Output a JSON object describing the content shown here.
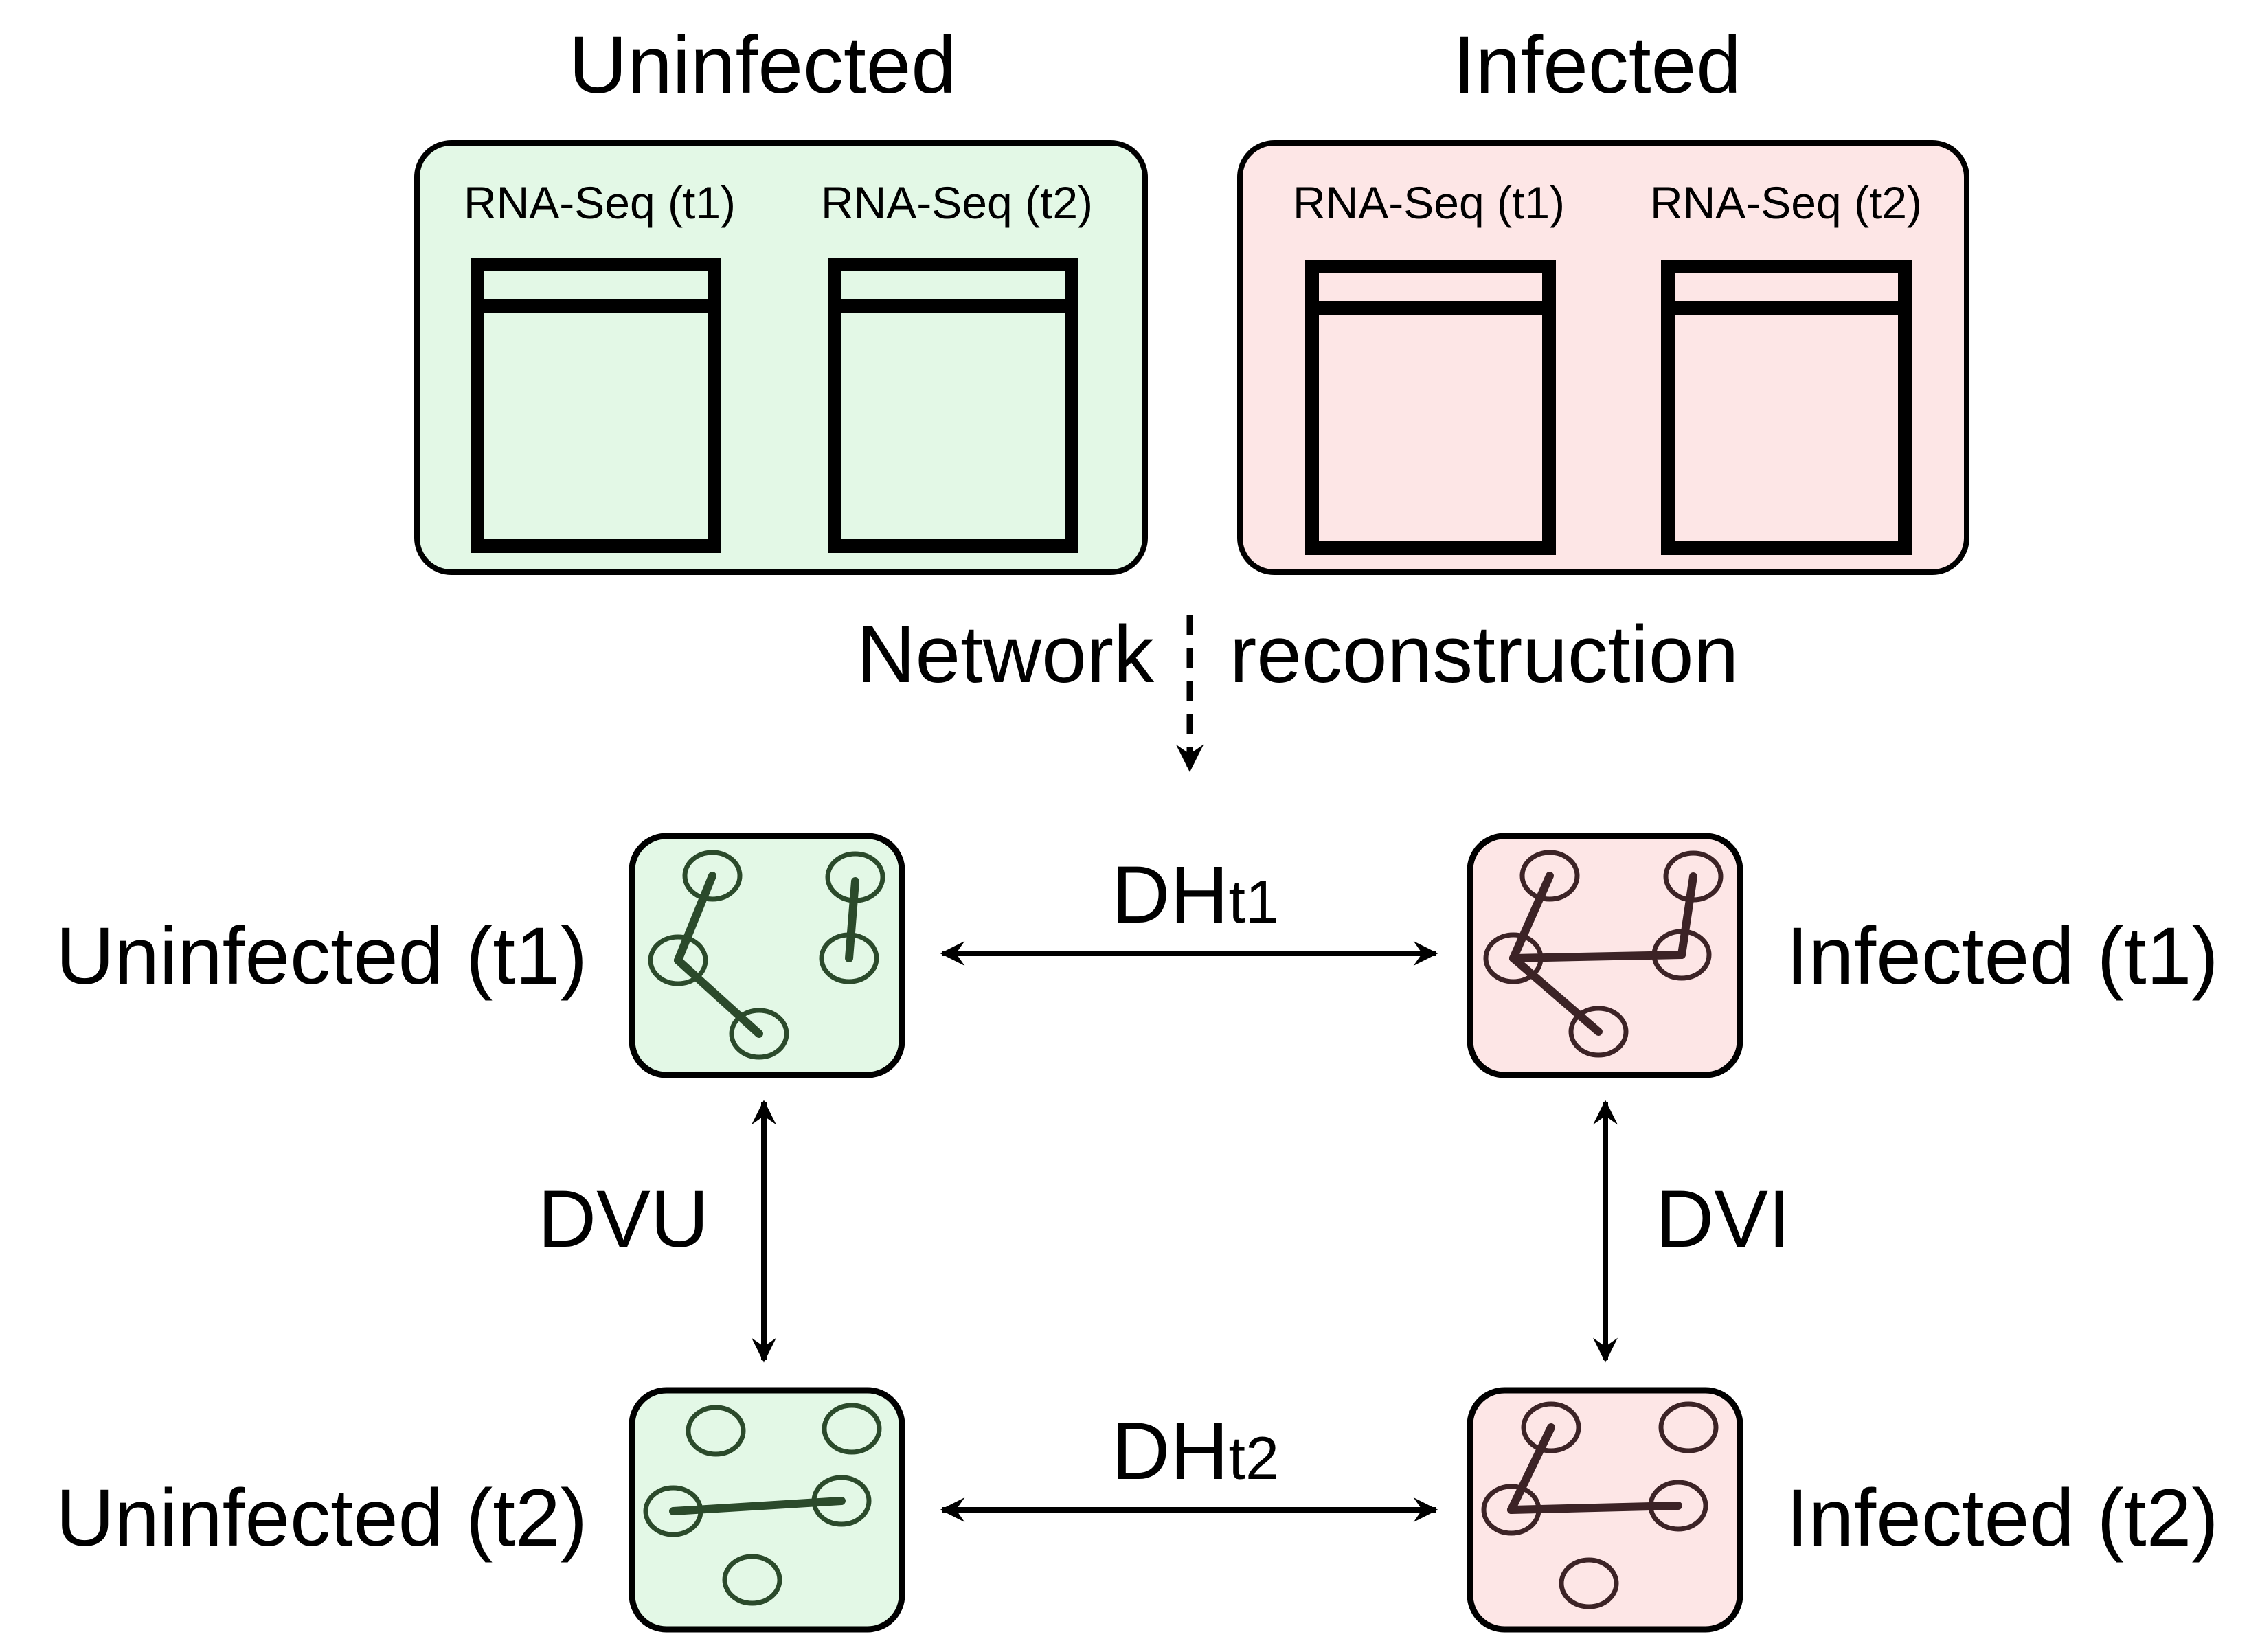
{
  "groups": [
    {
      "id": "uninfected",
      "title": "Uninfected",
      "color": "#e3f8e6",
      "samples": [
        "RNA-Seq (t1)",
        "RNA-Seq (t2)"
      ]
    },
    {
      "id": "infected",
      "title": "Infected",
      "color": "#fde6e6",
      "samples": [
        "RNA-Seq (t1)",
        "RNA-Seq (t2)"
      ]
    }
  ],
  "step_label": {
    "left": "Network",
    "right": "reconstruction"
  },
  "networks": {
    "uninfected_t1": {
      "label": "Uninfected (t1)",
      "fill": "#e3f8e6",
      "ink": "#2b4a2b"
    },
    "infected_t1": {
      "label": "Infected (t1)",
      "fill": "#fde6e6",
      "ink": "#3c2326"
    },
    "uninfected_t2": {
      "label": "Uninfected (t2)",
      "fill": "#e3f8e6",
      "ink": "#2b4a2b"
    },
    "infected_t2": {
      "label": "Infected (t2)",
      "fill": "#fde6e6",
      "ink": "#3c2326"
    }
  },
  "comparisons": {
    "dh_t1": {
      "main": "DH",
      "sub": "t1"
    },
    "dh_t2": {
      "main": "DH",
      "sub": "t2"
    },
    "dvu": "DVU",
    "dvi": "DVI"
  }
}
